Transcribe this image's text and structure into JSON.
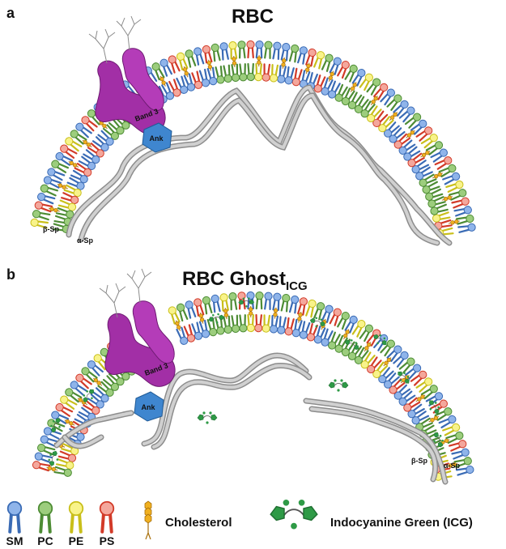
{
  "panel_a": {
    "letter": "a",
    "title": "RBC",
    "band3_label": "Band 3",
    "ank_label": "Ank",
    "beta_sp_label": "β-Sp",
    "alpha_sp_label": "α-Sp"
  },
  "panel_b": {
    "letter": "b",
    "title_main": "RBC Ghost",
    "title_sub": "ICG",
    "band3_label": "Band 3",
    "ank_label": "Ank",
    "beta_sp_label": "β-Sp",
    "alpha_sp_label": "α-Sp"
  },
  "legend": {
    "lipids": [
      {
        "key": "sm",
        "label": "SM",
        "color": "#5b8fd6"
      },
      {
        "key": "pc",
        "label": "PC",
        "color": "#6fae4f"
      },
      {
        "key": "pe",
        "label": "PE",
        "color": "#f2ea3c"
      },
      {
        "key": "ps",
        "label": "PS",
        "color": "#e84a37"
      }
    ],
    "cholesterol_label": "Cholesterol",
    "icg_label": "Indocyanine Green (ICG)"
  },
  "colors": {
    "sm": "#5b8fd6",
    "pc": "#6fae4f",
    "pe": "#f2ea3c",
    "ps": "#e84a37",
    "head_pink": "#f3a9a0",
    "band3": "#a22fa6",
    "ankyrin": "#3f86cf",
    "spectrin": "#b9b9b9",
    "cholesterol": "#f0b020",
    "icg": "#2e9a46"
  }
}
